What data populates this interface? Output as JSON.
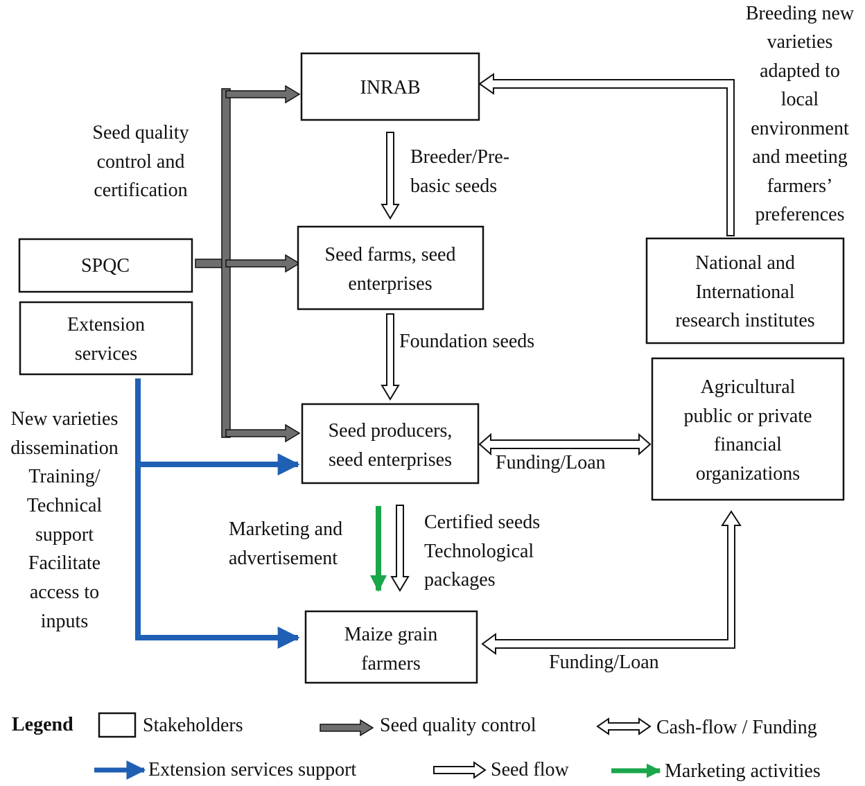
{
  "nodes": {
    "inrab": [
      "INRAB"
    ],
    "seed_farms": [
      "Seed farms, seed",
      "enterprises"
    ],
    "seed_producers": [
      "Seed producers,",
      "seed enterprises"
    ],
    "maize_farmers": [
      "Maize grain",
      "farmers"
    ],
    "spqc": [
      "SPQC"
    ],
    "extension": [
      "Extension",
      "services"
    ],
    "research": [
      "National and",
      "International",
      "research institutes"
    ],
    "financial": [
      "Agricultural",
      "public or private",
      "financial",
      "organizations"
    ]
  },
  "edge_labels": {
    "quality_control": [
      "Seed quality",
      "control and",
      "certification"
    ],
    "breeder": [
      "Breeder/Pre-",
      "basic seeds"
    ],
    "foundation": [
      "Foundation seeds"
    ],
    "breeding": [
      "Breeding new",
      "varieties",
      "adapted to",
      "local",
      "environment",
      "and meeting",
      "farmers’",
      "preferences"
    ],
    "funding_upper": [
      "Funding/Loan"
    ],
    "funding_lower": [
      "Funding/Loan"
    ],
    "marketing": [
      "Marketing and",
      "advertisement"
    ],
    "certified": [
      "Certified seeds",
      "Technological",
      "packages"
    ],
    "extension_support": [
      "New varieties",
      "dissemination",
      "Training/",
      "Technical",
      "support",
      "Facilitate",
      "access to",
      "inputs"
    ]
  },
  "legend": {
    "title": "Legend",
    "items": {
      "stakeholders": "Stakeholders",
      "quality": "Seed quality control",
      "cash": "Cash-flow / Funding",
      "extension": "Extension services support",
      "seedflow": "Seed flow",
      "marketing": "Marketing activities"
    }
  },
  "colors": {
    "quality_control": "#6e6e6e",
    "extension": "#1f5fb4",
    "marketing": "#1aa64a",
    "outline": "#111111"
  }
}
